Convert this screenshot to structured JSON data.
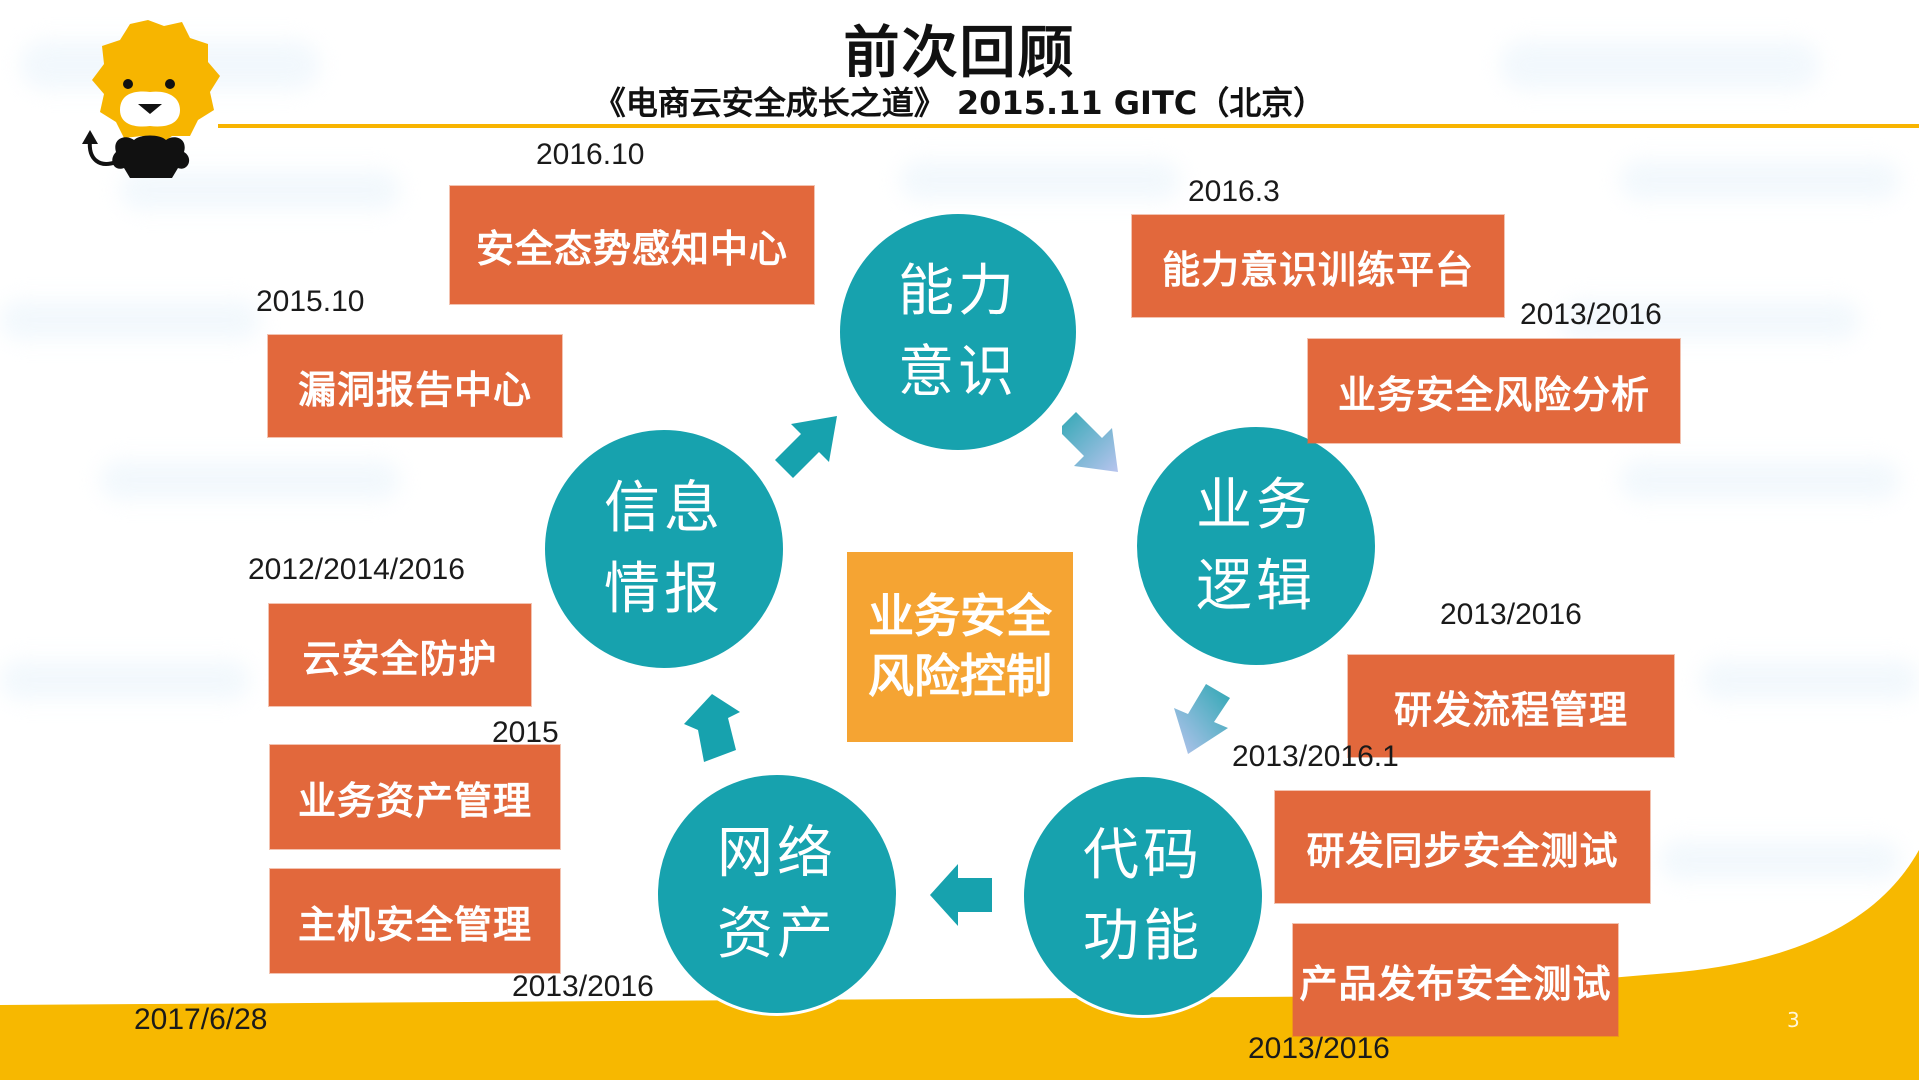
{
  "header": {
    "title": "前次回顾",
    "subtitle": "《电商云安全成长之道》 2015.11  GITC（北京）"
  },
  "colors": {
    "accent_yellow": "#F8B400",
    "teal": "#17A2AE",
    "orange_box": "#E2683C",
    "center_box": "#F5A433"
  },
  "cycle": {
    "center": {
      "line1": "业务安全",
      "line2": "风险控制"
    },
    "nodes": [
      {
        "line1": "能力",
        "line2": "意识"
      },
      {
        "line1": "业务",
        "line2": "逻辑"
      },
      {
        "line1": "代码",
        "line2": "功能"
      },
      {
        "line1": "网络",
        "line2": "资产"
      },
      {
        "line1": "信息",
        "line2": "情报"
      }
    ]
  },
  "items": [
    {
      "date": "2016.10",
      "label": "安全态势感知中心"
    },
    {
      "date": "2015.10",
      "label": "漏洞报告中心"
    },
    {
      "date": "2016.3",
      "label": "能力意识训练平台"
    },
    {
      "date": "2013/2016",
      "label": "业务安全风险分析"
    },
    {
      "date": "2012/2014/2016",
      "label": "云安全防护"
    },
    {
      "date": "2015",
      "label": "业务资产管理"
    },
    {
      "date": "2013/2016",
      "label": "主机安全管理"
    },
    {
      "date": "2013/2016",
      "label": "研发流程管理"
    },
    {
      "date": "2013/2016.1",
      "label": "研发同步安全测试"
    },
    {
      "date": "2013/2016",
      "label": "产品发布安全测试"
    }
  ],
  "footer": {
    "date": "2017/6/28",
    "page_number": "3"
  }
}
